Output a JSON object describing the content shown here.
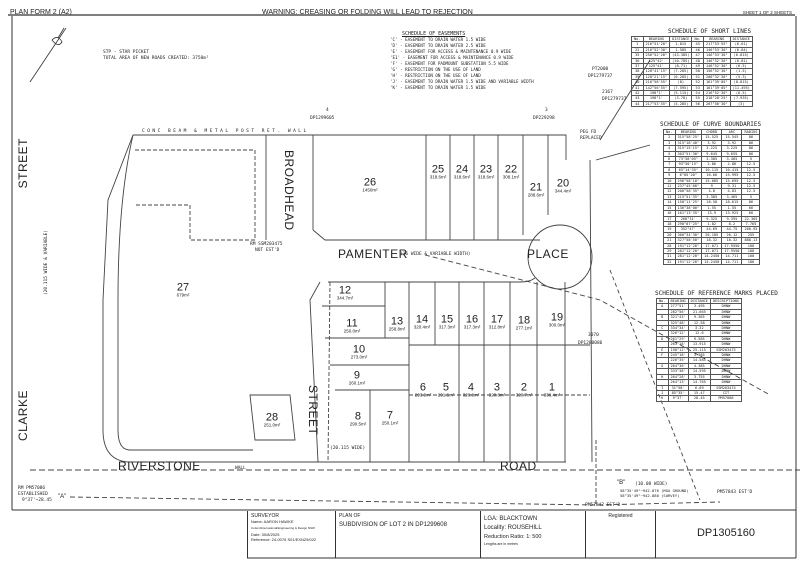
{
  "header": {
    "form": "PLAN FORM 2 (A2)",
    "warning": "WARNING: CREASING OR FOLDING WILL LEAD TO REJECTION",
    "sheet": "SHEET 1 OF 2 SHEETS"
  },
  "notes": {
    "stp": "STP - STAR PICKET",
    "roads": "TOTAL AREA OF NEW ROADS CREATED: 3758m²"
  },
  "easements": {
    "title": "SCHEDULE OF EASEMENTS",
    "items": [
      "'C' - EASEMENT TO DRAIN WATER 1.5 WIDE",
      "'D' - EASEMENT TO DRAIN WATER 2.5 WIDE",
      "'E' - EASEMENT FOR ACCESS & MAINTENANCE 0.9 WIDE",
      "'E1' - EASEMENT FOR ACCESS & MAINTENANCE 0.9 WIDE",
      "'F' - EASEMENT FOR PADMOUNT SUBSTATION 5.5 WIDE",
      "'G' - RESTRICTION ON THE USE OF LAND",
      "'H' - RESTRICTION ON THE USE OF LAND",
      "'J' - EASEMENT TO DRAIN WATER 1.5 WIDE AND VARIABLE WIDTH",
      "'K' - EASEMENT TO DRAIN WATER 1.5 WIDE"
    ]
  },
  "short_lines": {
    "title": "SCHEDULE OF SHORT LINES",
    "headers": [
      "No.",
      "BEARING",
      "DISTANCE",
      "No.",
      "BEARING",
      "DISTANCE"
    ],
    "rows": [
      [
        "1",
        "216°51'20\"",
        "1.815",
        "45",
        "217°53'55\"",
        "(6.61)"
      ],
      [
        "22",
        "216°52'30\"",
        "1.585",
        "46",
        "146°53'30\"",
        "(6.84)"
      ],
      [
        "35",
        "256°52'20\"",
        "(43.385)",
        "47",
        "146°53'30\"",
        "(6.815)"
      ],
      [
        "36",
        "125°42'",
        "(10.785)",
        "48",
        "146°52'30\"",
        "(6.81)"
      ],
      [
        "37",
        "125°41'",
        "(8.71)",
        "49",
        "146°52'30\"",
        "(6.5)"
      ],
      [
        "38",
        "128°41'15\"",
        "(7.205)",
        "50",
        "156°52'30\"",
        "(1.5)"
      ],
      [
        "39",
        "128°21'15\"",
        "(6.205)",
        "51",
        "200°32'30\"",
        "(5.3)"
      ],
      [
        "40",
        "216°58'55\"",
        "(8)",
        "52",
        "161°39'05\"",
        "(8.815)"
      ],
      [
        "41",
        "142°56'55\"",
        "(7.595)",
        "53",
        "161°39'05\"",
        "(11.495)"
      ],
      [
        "42",
        "198°1'",
        "(5.115)",
        "54",
        "216°52'30\"",
        "(6.5)"
      ],
      [
        "43",
        "198°1'",
        "(3.78)",
        "55",
        "218°28'25\"",
        "(7.935)"
      ],
      [
        "44",
        "217°53'55\"",
        "(5.285)",
        "56",
        "267°56'30\"",
        "(3)"
      ]
    ]
  },
  "curves": {
    "title": "SCHEDULE OF CURVE BOUNDARIES",
    "headers": [
      "No.",
      "BEARING",
      "CHORD",
      "ARC",
      "RADIUS"
    ],
    "rows": [
      [
        "2",
        "315°58'25\"",
        "15.525",
        "15.545",
        "86"
      ],
      [
        "3",
        "315°18'40\"",
        "3.92",
        "3.92",
        "86"
      ],
      [
        "4",
        "315°15'15\"",
        "3.225",
        "3.225",
        "86"
      ],
      [
        "5",
        "303°51'30\"",
        "9.645",
        "9.655",
        "86"
      ],
      [
        "6",
        "73°58'05\"",
        "3.385",
        "3.465",
        "5"
      ],
      [
        "7",
        "93°50'15\"",
        "2.86",
        "2.86",
        "12.5"
      ],
      [
        "8",
        "65°14'35\"",
        "10.115",
        "10.415",
        "12.5"
      ],
      [
        "9",
        "6°05'20\"",
        "16.66",
        "15.995",
        "12.5"
      ],
      [
        "10",
        "296°58'10\"",
        "15.685",
        "15.695",
        "12.5"
      ],
      [
        "11",
        "237°45'00\"",
        "9",
        "9.31",
        "12.5"
      ],
      [
        "12",
        "200°58'35\"",
        "4.8",
        "4.83",
        "12.5"
      ],
      [
        "13",
        "215°51'35\"",
        "3.385",
        "3.465",
        "5"
      ],
      [
        "14",
        "150°11'25\"",
        "18.58",
        "18.615",
        "86"
      ],
      [
        "15",
        "136°38'00\"",
        "1.55",
        "1.55",
        "66"
      ],
      [
        "16",
        "161°13'35\"",
        "13.9",
        "13.925",
        "66"
      ],
      [
        "17",
        "268°31'",
        "9.325",
        "9.395",
        "22.365"
      ],
      [
        "18",
        "290°07'25\"",
        "1.82",
        "8.2",
        "7.765"
      ],
      [
        "19",
        "352°47'",
        "44.69",
        "44.75",
        "260.95"
      ],
      [
        "20",
        "360°34'30\"",
        "26.185",
        "26.12",
        "255"
      ],
      [
        "21",
        "327°58'50\"",
        "18.32",
        "18.32",
        "888.13"
      ],
      [
        "28",
        "191°12'20\"",
        "17.071",
        "17.9550",
        "100"
      ],
      [
        "29",
        "281°12'20\"",
        "17.071",
        "17.9550",
        "100"
      ],
      [
        "31",
        "281°12'20\"",
        "14.2450",
        "14.711",
        "100"
      ],
      [
        "32",
        "191°12'20\"",
        "14.2450",
        "14.711",
        "100"
      ]
    ]
  },
  "refmarks": {
    "title": "SCHEDULE OF REFERENCE MARKS PLACED",
    "headers": [
      "No.",
      "BEARING",
      "DISTANCE",
      "DESCRIPTIONS"
    ],
    "rows": [
      [
        "A",
        "277°51'",
        "3.495",
        "DHNW"
      ],
      [
        "",
        "282°56'",
        "21.665",
        "DHNW"
      ],
      [
        "B",
        "321°43'",
        "9.365",
        "DHNW"
      ],
      [
        "",
        "325°48'",
        "12.58",
        "DHNW"
      ],
      [
        "C",
        "334°34'",
        "3.32",
        "DHNW"
      ],
      [
        "",
        "326°12'",
        "12.6",
        "DHNW"
      ],
      [
        "D",
        "261°29'",
        "9.585",
        "DHNW"
      ],
      [
        "",
        "263°18'",
        "13.915",
        "DHNW"
      ],
      [
        "E",
        "198°12'",
        "25.115",
        "SSM203475"
      ],
      [
        "F",
        "245°18'",
        "3.585",
        "DHNW"
      ],
      [
        "",
        "226°35'",
        "14.585",
        "DHNW"
      ],
      [
        "G",
        "264°36'",
        "4.385",
        "DHNW"
      ],
      [
        "",
        "333°38'",
        "14.595",
        "DHNW"
      ],
      [
        "H",
        "264°28'",
        "3.755",
        "DHNW"
      ],
      [
        "",
        "264°13'",
        "14.765",
        "DHNW"
      ],
      [
        "I",
        "31°58'",
        "6.69",
        "SSM203474"
      ],
      [
        "J",
        "85°35'",
        "15.47",
        "CIT"
      ],
      [
        "K",
        "9°37'",
        "28.45",
        "PM57086"
      ]
    ]
  },
  "lots": [
    {
      "n": "26",
      "a": "1450m²"
    },
    {
      "n": "25",
      "a": "318.6m²"
    },
    {
      "n": "24",
      "a": "318.6m²"
    },
    {
      "n": "23",
      "a": "318.6m²"
    },
    {
      "n": "22",
      "a": "308.1m²"
    },
    {
      "n": "21",
      "a": "288.6m²"
    },
    {
      "n": "20",
      "a": "344.4m²"
    },
    {
      "n": "27",
      "a": "679m²"
    },
    {
      "n": "12",
      "a": "344.7m²"
    },
    {
      "n": "11",
      "a": "250.0m²"
    },
    {
      "n": "13",
      "a": "258.8m²"
    },
    {
      "n": "14",
      "a": "320.4m²"
    },
    {
      "n": "15",
      "a": "317.3m²"
    },
    {
      "n": "16",
      "a": "317.3m²"
    },
    {
      "n": "17",
      "a": "312.8m²"
    },
    {
      "n": "18",
      "a": "277.1m²"
    },
    {
      "n": "19",
      "a": "300.0m²"
    },
    {
      "n": "10",
      "a": "273.0m²"
    },
    {
      "n": "9",
      "a": "260.1m²"
    },
    {
      "n": "8",
      "a": "290.5m²"
    },
    {
      "n": "7",
      "a": "250.1m²"
    },
    {
      "n": "6",
      "a": "293.3m²"
    },
    {
      "n": "5",
      "a": "291.6m²"
    },
    {
      "n": "4",
      "a": "320.8m²"
    },
    {
      "n": "3",
      "a": "320.8m²"
    },
    {
      "n": "2",
      "a": "320.7m²"
    },
    {
      "n": "1",
      "a": "336.4m²"
    },
    {
      "n": "28",
      "a": "251.0m²"
    }
  ],
  "streets": {
    "street_left": "STREET",
    "clarke": "CLARKE",
    "broadhead": "BROADHEAD",
    "pamenter": "PAMENTER",
    "pamenter_width": "(16 WIDE & VARIABLE WIDTH)",
    "place": "PLACE",
    "street_mid": "STREET",
    "street_mid_width": "(20.115 WIDE)",
    "riverstone": "RIVERSTONE",
    "road": "ROAD",
    "road_width": "(10.08 WIDE)",
    "clarke_width": "(20.115 WIDE & VARIABLE)"
  },
  "adjoining": {
    "lot4": "4",
    "dp4": "DP1299605",
    "lot3": "3",
    "dp3": "DP229298",
    "pt2000": "PT2000",
    "dp2000": "DP1279737",
    "lot2167": "2167",
    "dp2167": "DP1279737",
    "lot3070": "3070",
    "dp3070": "DP1280086"
  },
  "marks": {
    "a_label": "\"A\"",
    "b_label": "\"B\"",
    "rm_a": "RM PM57086",
    "rm_a2": "ESTABLISHED",
    "rm_a3": "9°37'~28.45",
    "pm43": "PM57843 EST'D",
    "pm42": "PM57842 EST'D",
    "rm_ssm": "RM SSM203475",
    "rm_ssm2": "NOT EST'D",
    "peg": "PEG FD",
    "peg2": "REPLACED",
    "fence": "CONC BEAM & METAL POST RET. WALL",
    "wall": "WALL",
    "road_brg": "58°35'49\"~942.876 (MGA GROUND)",
    "road_brg2": "58°35'49\"~942.880 (SURVEY)"
  },
  "title_block": {
    "surveyor_label": "SURVEYOR",
    "name": "Name: AARON HAWKE",
    "firm": "Cotton/International/Engineering & Design NSW",
    "date": "Date: 30/8/2025",
    "reference": "Reference: 24-0076 S01/EXN29/022",
    "plan_of_label": "PLAN OF",
    "plan_of": "SUBDIVISION OF LOT 2 IN DP1299608",
    "lga": "LGA:   BLACKTOWN",
    "locality": "Locality:  ROUSEHILL",
    "ratio": "Reduction Ratio: 1: 500",
    "lengths": "Lengths are in metres",
    "registered": "Registered",
    "dp": "DP1305160"
  }
}
